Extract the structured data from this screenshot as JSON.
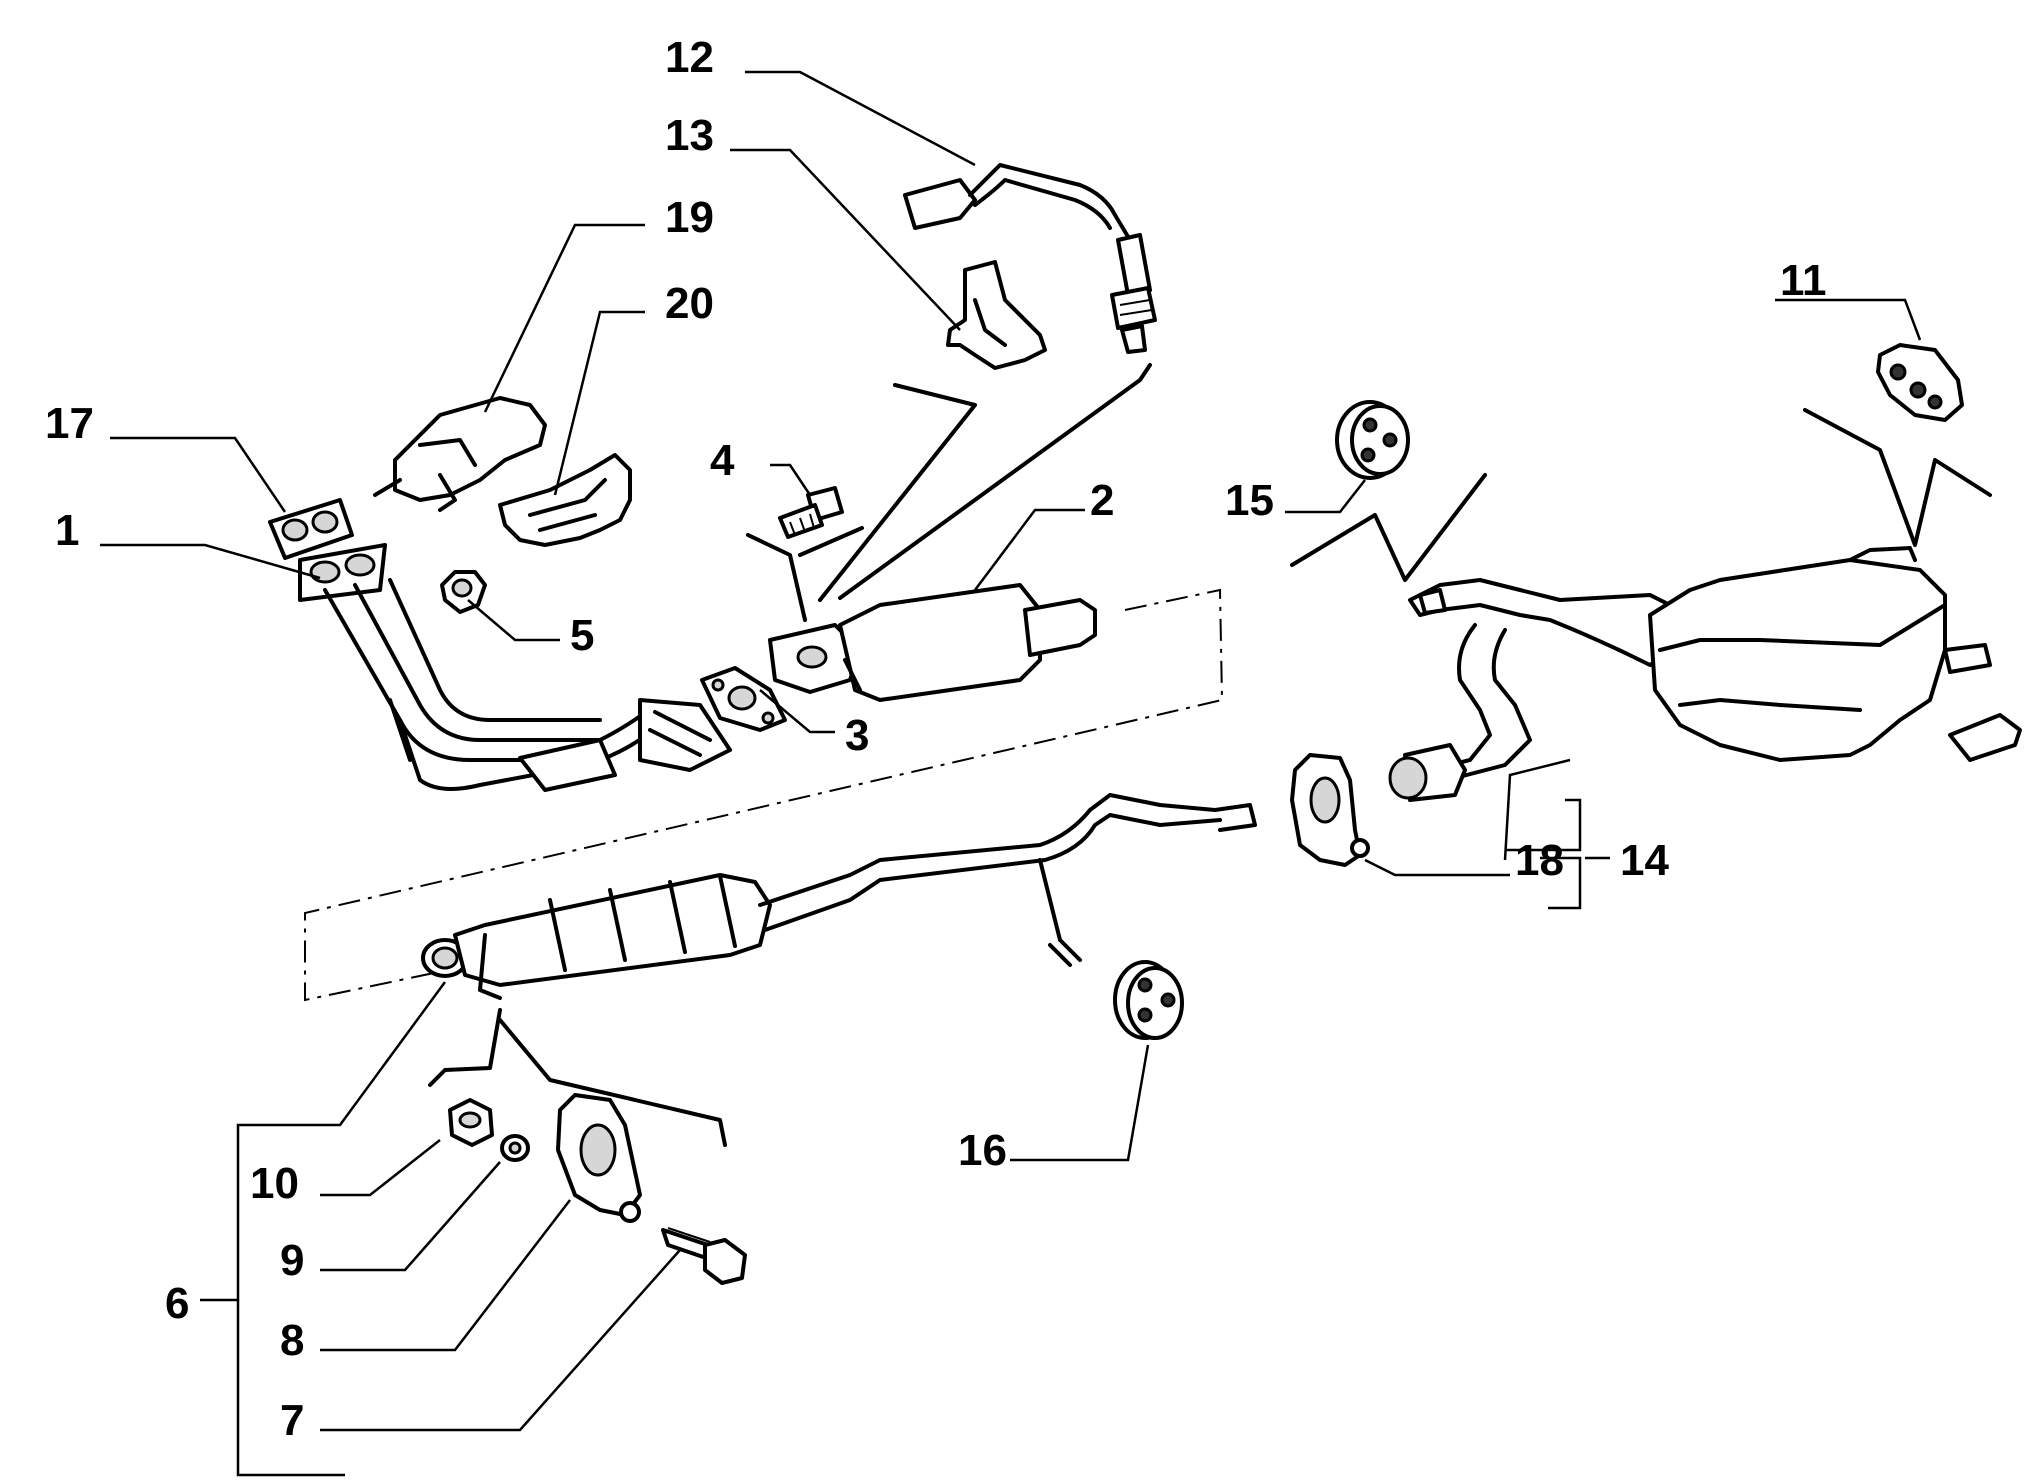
{
  "labels": {
    "p1": "1",
    "p2": "2",
    "p3": "3",
    "p4": "4",
    "p5": "5",
    "p6": "6",
    "p7": "7",
    "p8": "8",
    "p9": "9",
    "p10": "10",
    "p11": "11",
    "p12": "12",
    "p13": "13",
    "p14": "14",
    "p15": "15",
    "p16": "16",
    "p17": "17",
    "p18": "18",
    "p19": "19",
    "p20": "20"
  },
  "colors": {
    "line": "#000000",
    "fill": "#ffffff",
    "shade": "#d6d6d6"
  }
}
